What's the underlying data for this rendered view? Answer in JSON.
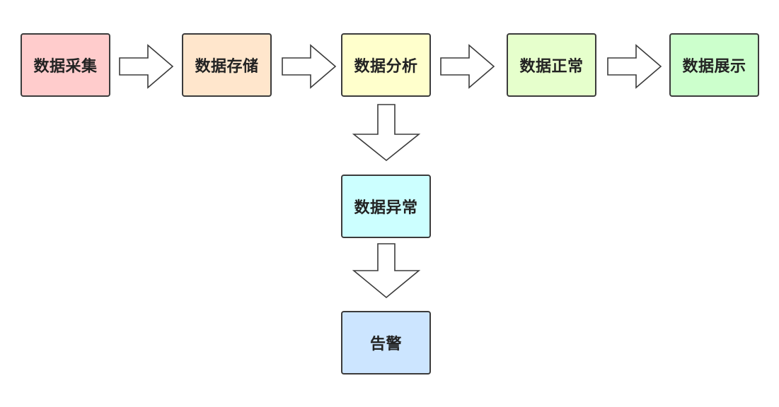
{
  "diagram": {
    "nodes": {
      "collect": {
        "label": "数据采集",
        "fill": "#ffcccc"
      },
      "store": {
        "label": "数据存储",
        "fill": "#ffe6cc"
      },
      "analyze": {
        "label": "数据分析",
        "fill": "#ffffcc"
      },
      "normal": {
        "label": "数据正常",
        "fill": "#e6ffcc"
      },
      "display": {
        "label": "数据展示",
        "fill": "#ccffcc"
      },
      "abnormal": {
        "label": "数据异常",
        "fill": "#ccffff"
      },
      "alarm": {
        "label": "告警",
        "fill": "#cce5ff"
      }
    },
    "edges": [
      {
        "from": "collect",
        "to": "store",
        "style": "block-arrow-right"
      },
      {
        "from": "store",
        "to": "analyze",
        "style": "block-arrow-right"
      },
      {
        "from": "analyze",
        "to": "normal",
        "style": "block-arrow-right"
      },
      {
        "from": "normal",
        "to": "display",
        "style": "block-arrow-right"
      },
      {
        "from": "analyze",
        "to": "abnormal",
        "style": "block-arrow-down"
      },
      {
        "from": "abnormal",
        "to": "alarm",
        "style": "block-arrow-down"
      }
    ],
    "stroke_color": "#3b3b3b"
  }
}
